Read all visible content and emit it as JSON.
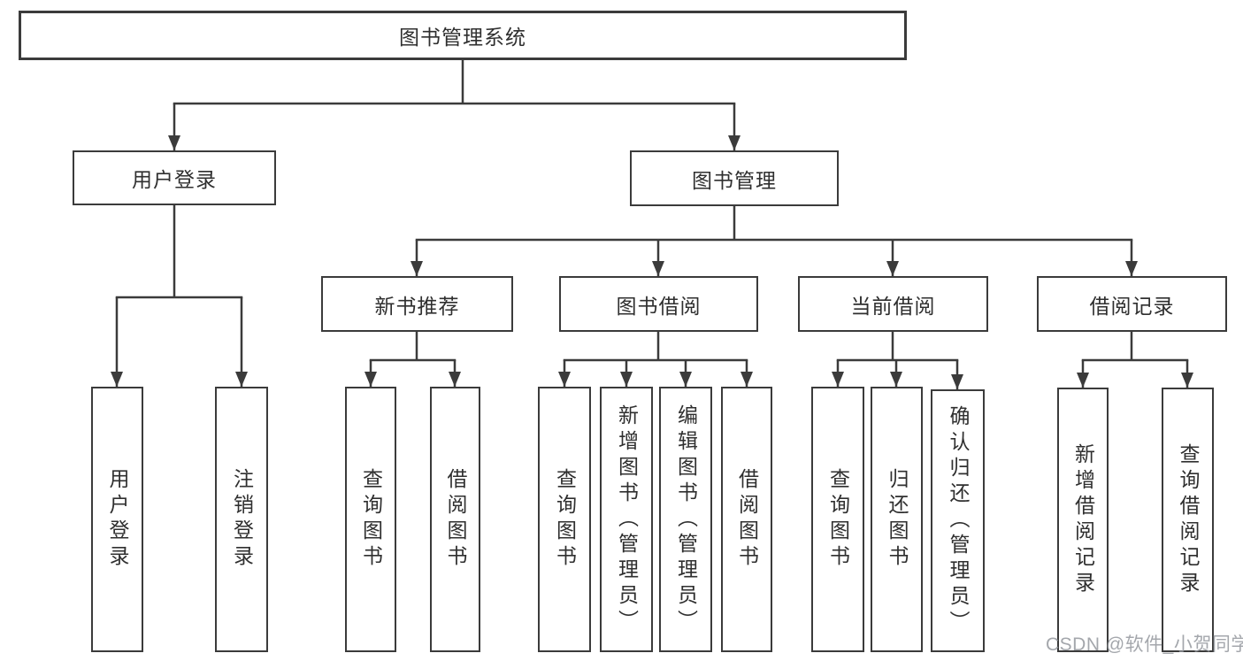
{
  "diagram_title": "图书管理系统",
  "colors": {
    "line": "#3b3b3b",
    "box_border": "#3b3b3b",
    "text": "#2f2f2f",
    "background": "#ffffff",
    "watermark": "#94989e"
  },
  "tree": {
    "label": "图书管理系统",
    "children": [
      {
        "label": "用户登录",
        "children": [
          {
            "label": "用户登录"
          },
          {
            "label": "注销登录"
          }
        ]
      },
      {
        "label": "图书管理",
        "children": [
          {
            "label": "新书推荐",
            "children": [
              {
                "label": "查询图书"
              },
              {
                "label": "借阅图书"
              }
            ]
          },
          {
            "label": "图书借阅",
            "children": [
              {
                "label": "查询图书"
              },
              {
                "label": "新增图书（管理员）"
              },
              {
                "label": "编辑图书（管理员）"
              },
              {
                "label": "借阅图书"
              }
            ]
          },
          {
            "label": "当前借阅",
            "children": [
              {
                "label": "查询图书"
              },
              {
                "label": "归还图书"
              },
              {
                "label": "确认归还（管理员）"
              }
            ]
          },
          {
            "label": "借阅记录",
            "children": [
              {
                "label": "新增借阅记录"
              },
              {
                "label": "查询借阅记录"
              }
            ]
          }
        ]
      }
    ]
  },
  "watermark": "CSDN @软件_小贺同学"
}
